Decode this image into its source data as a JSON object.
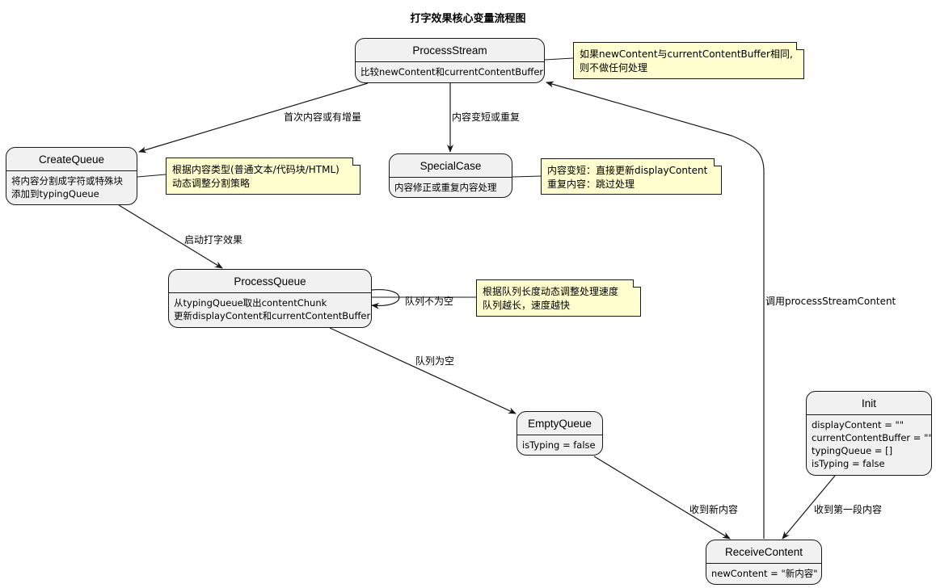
{
  "title": "打字效果核心变量流程图",
  "states": {
    "process_stream": {
      "name": "ProcessStream",
      "lines": [
        "比较newContent和currentContentBuffer"
      ]
    },
    "create_queue": {
      "name": "CreateQueue",
      "lines": [
        "将内容分割成字符或特殊块",
        "添加到typingQueue"
      ]
    },
    "special_case": {
      "name": "SpecialCase",
      "lines": [
        "内容修正或重复内容处理"
      ]
    },
    "process_queue": {
      "name": "ProcessQueue",
      "lines": [
        "从typingQueue取出contentChunk",
        "更新displayContent和currentContentBuffer"
      ]
    },
    "empty_queue": {
      "name": "EmptyQueue",
      "lines": [
        "isTyping = false"
      ]
    },
    "init": {
      "name": "Init",
      "lines": [
        "displayContent = \"\"",
        "currentContentBuffer = \"\"",
        "typingQueue = []",
        "isTyping = false"
      ]
    },
    "receive_content": {
      "name": "ReceiveContent",
      "lines": [
        "newContent = \"新内容\""
      ]
    }
  },
  "notes": {
    "process_stream_note": [
      "如果newContent与currentContentBuffer相同,",
      "则不做任何处理"
    ],
    "create_queue_note": [
      "根据内容类型(普通文本/代码块/HTML)",
      "动态调整分割策略"
    ],
    "special_case_note": [
      "内容变短：直接更新displayContent",
      "重复内容：跳过处理"
    ],
    "process_queue_note": [
      "根据队列长度动态调整处理速度",
      "队列越长，速度越快"
    ]
  },
  "edges": {
    "first_content": "首次内容或有增量",
    "shorter_or_repeat": "内容变短或重复",
    "start_typing": "启动打字效果",
    "queue_not_empty": "队列不为空",
    "queue_empty": "队列为空",
    "receive_new": "收到新内容",
    "receive_first": "收到第一段内容",
    "call_process": "调用processStreamContent"
  }
}
